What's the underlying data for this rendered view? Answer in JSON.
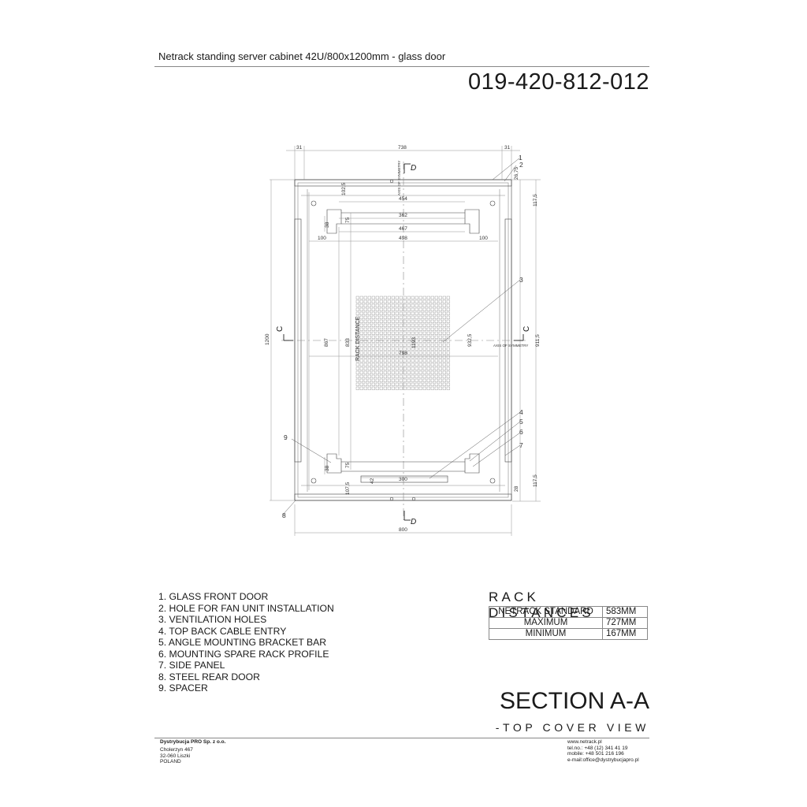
{
  "header": {
    "title": "Netrack standing server cabinet 42U/800x1200mm - glass door",
    "part_number": "019-420-812-012"
  },
  "drawing": {
    "dimensions": {
      "top_left": "31",
      "top_mid": "738",
      "top_right": "31",
      "d_102_5": "102,5",
      "d_454": "454",
      "d_362": "362",
      "d_467": "467",
      "d_498": "498",
      "d_100_left": "100",
      "d_100_right": "100",
      "d_38_top": "38",
      "d_75_top": "75",
      "d_26_75": "26,75",
      "d_117_5_top": "117,5",
      "d_1200": "1200",
      "d_867": "867",
      "d_833": "833",
      "d_1193": "1193",
      "d_932_5": "932,5",
      "d_911_5": "911,5",
      "d_798": "798",
      "d_38_bot": "38",
      "d_75_bot": "75",
      "d_42": "42",
      "d_300": "300",
      "d_107_5": "107,5",
      "d_117_5_bot": "117,5",
      "d_28": "28",
      "d_800": "800"
    },
    "labels": {
      "rack_distance": "RACK DISTANCE",
      "axis_top": "AXIS OF SYMMETRY",
      "axis_right": "AXIS OF SYMMETRY",
      "section_c_left": "C",
      "section_c_right": "C",
      "section_d_top": "D",
      "section_d_bottom": "D"
    },
    "callouts": [
      "1",
      "2",
      "3",
      "4",
      "5",
      "6",
      "7",
      "8",
      "9"
    ]
  },
  "legend": [
    "1. GLASS FRONT DOOR",
    "2. HOLE FOR FAN UNIT INSTALLATION",
    "3. VENTILATION HOLES",
    "4. TOP BACK CABLE ENTRY",
    "5. ANGLE MOUNTING BRACKET BAR",
    "6. MOUNTING SPARE RACK PROFILE",
    "7. SIDE PANEL",
    "8. STEEL REAR DOOR",
    "9. SPACER"
  ],
  "rack_distances": {
    "title": "RACK DISTANCES",
    "rows": [
      {
        "label": "NETRACK STANDARD",
        "value": "583MM"
      },
      {
        "label": "MAXIMUM",
        "value": "727MM"
      },
      {
        "label": "MINIMUM",
        "value": "167MM"
      }
    ]
  },
  "section": {
    "title": "SECTION A-A",
    "subtitle": "-TOP COVER VIEW"
  },
  "footer": {
    "company": "Dystrybucja PRO Sp. z o.o.",
    "address": [
      "Cholerzyn 467",
      "32-060 Liszki",
      "POLAND"
    ],
    "contact": [
      "www.netrack.pl",
      "tel.no.: +48 (12) 341 41 19",
      "mobile: +48 501 216 196",
      "e-mail:office@dystrybucjapro.pl"
    ]
  }
}
